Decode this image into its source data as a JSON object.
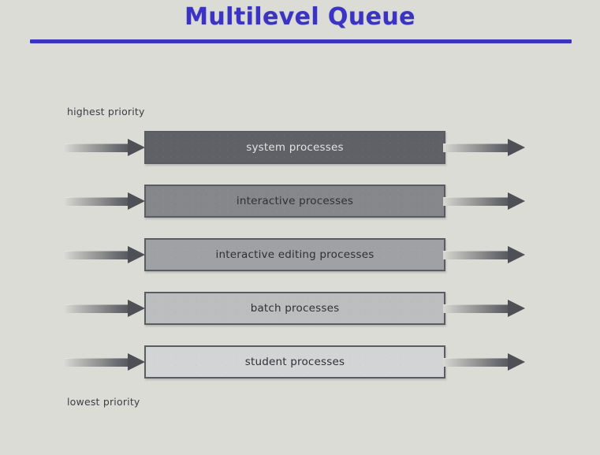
{
  "slide": {
    "title": "Multilevel Queue",
    "background_color": "#dcdcd6",
    "title_color": "#3a33c4",
    "rule_color": "#3a33c4"
  },
  "diagram": {
    "top_label": "highest priority",
    "bottom_label": "lowest priority",
    "in_arrow_name": "incoming-arrow",
    "out_arrow_name": "outgoing-arrow",
    "queues": [
      {
        "label": "system processes",
        "priority_rank": 1,
        "fill_color": "#5f6166",
        "text_color": "#e2e3e4"
      },
      {
        "label": "interactive processes",
        "priority_rank": 2,
        "fill_color": "#85878b",
        "text_color": "#2f3034"
      },
      {
        "label": "interactive editing processes",
        "priority_rank": 3,
        "fill_color": "#9fa1a5",
        "text_color": "#2f3034"
      },
      {
        "label": "batch processes",
        "priority_rank": 4,
        "fill_color": "#bcbdbf",
        "text_color": "#2f3034"
      },
      {
        "label": "student processes",
        "priority_rank": 5,
        "fill_color": "#d3d4d5",
        "text_color": "#2f3034"
      }
    ]
  }
}
